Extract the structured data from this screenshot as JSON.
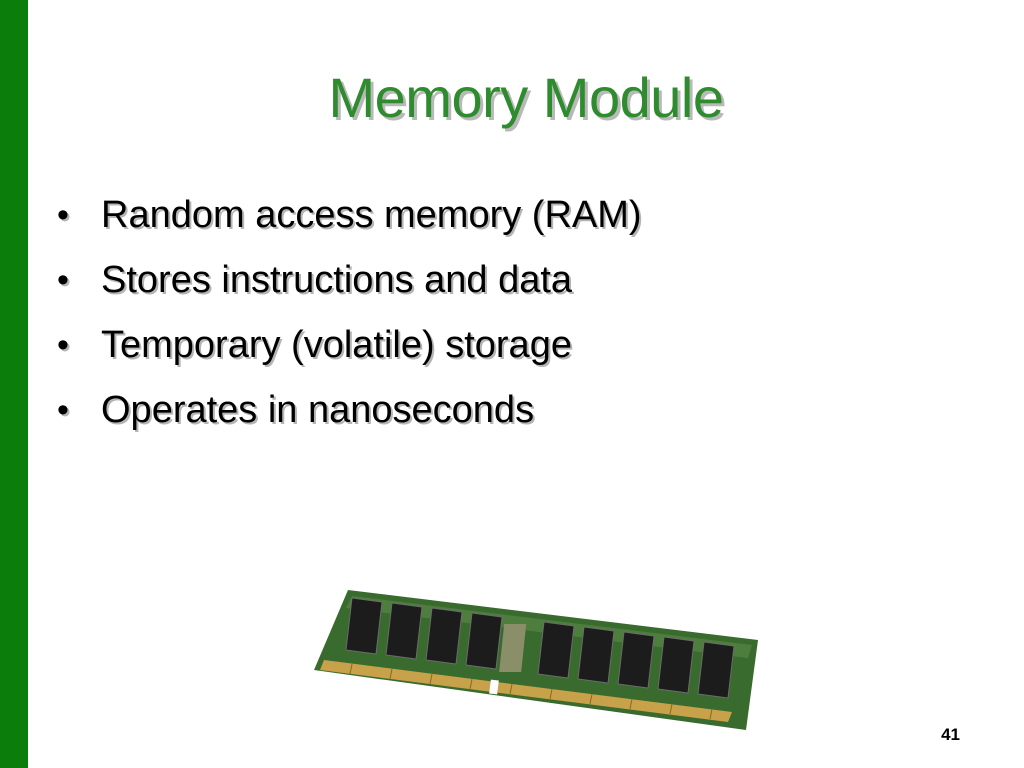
{
  "slide": {
    "title": "Memory Module",
    "bullets": [
      "Random access memory (RAM)",
      "Stores instructions and data",
      "Temporary (volatile) storage",
      "Operates in nanoseconds"
    ],
    "bullet_symbol": "•",
    "page_number": "41",
    "illustration": "ram-module-image"
  },
  "colors": {
    "accent_bar": "#0a7d0a",
    "title": "#2e8b2e",
    "text": "#000000",
    "background": "#ffffff"
  }
}
